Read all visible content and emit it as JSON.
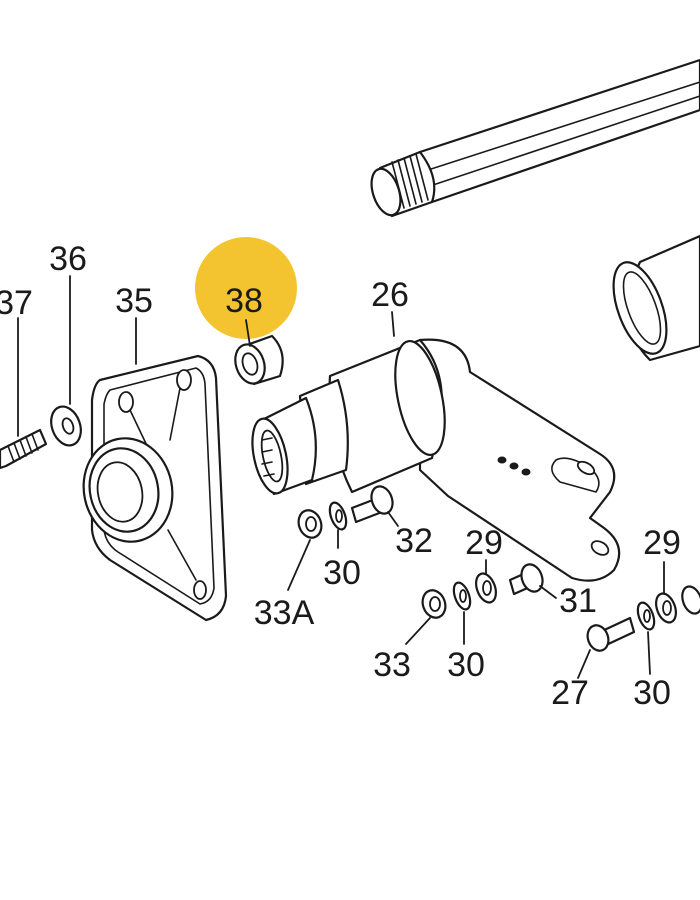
{
  "highlight": {
    "color": "#F4C430",
    "label": "38"
  },
  "callouts": {
    "c36": "36",
    "c37": "37",
    "c35": "35",
    "c38": "38",
    "c26": "26",
    "c32": "32",
    "c30a": "30",
    "c33a": "33A",
    "c29a": "29",
    "c31": "31",
    "c33": "33",
    "c30b": "30",
    "c29b": "29",
    "c27": "27",
    "c30c": "30"
  }
}
